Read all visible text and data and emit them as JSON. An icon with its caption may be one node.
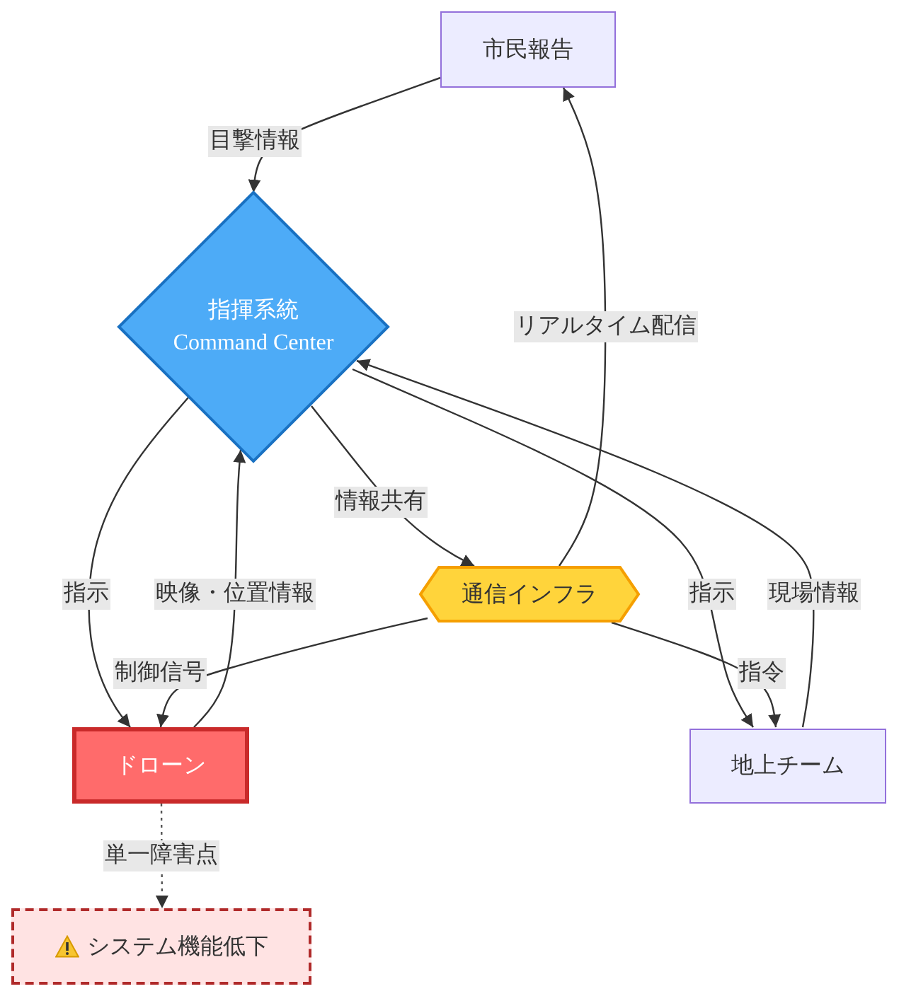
{
  "diagram": {
    "nodes": [
      {
        "text": [
          "市民報告"
        ]
      },
      {
        "text": [
          "指揮系統",
          "Command Center"
        ]
      },
      {
        "text": [
          "通信インフラ"
        ]
      },
      {
        "text": [
          "ドローン"
        ]
      },
      {
        "text": [
          "地上チーム"
        ]
      },
      {
        "text": [
          "システム機能低下"
        ]
      }
    ],
    "edges": [
      {
        "from": 0,
        "to": 1,
        "arrow": "to",
        "label": "目撃情報"
      },
      {
        "from": 2,
        "to": 0,
        "arrow": "to",
        "label": "リアルタイム配信"
      },
      {
        "from": 1,
        "to": 3,
        "arrow": "to",
        "label": "指示"
      },
      {
        "from": 3,
        "to": 1,
        "arrow": "to",
        "label": "映像・位置情報"
      },
      {
        "from": 1,
        "to": 2,
        "arrow": "to",
        "label": "情報共有"
      },
      {
        "from": 2,
        "to": 3,
        "arrow": "to",
        "label": "制御信号"
      },
      {
        "from": 1,
        "to": 4,
        "arrow": "to",
        "label": "指示"
      },
      {
        "from": 4,
        "to": 1,
        "arrow": "to",
        "label": "現場情報"
      },
      {
        "from": 2,
        "to": 4,
        "arrow": "to",
        "label": "指令"
      },
      {
        "from": 3,
        "to": 5,
        "arrow": "to",
        "label": "単一障害点",
        "style": "dashed"
      }
    ]
  }
}
